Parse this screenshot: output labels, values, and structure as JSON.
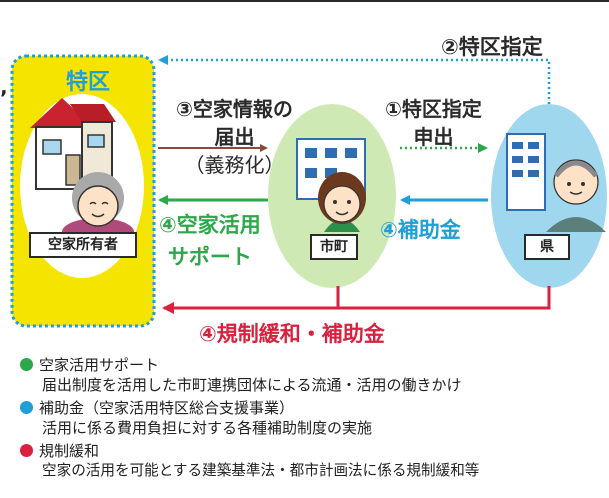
{
  "diagram": {
    "labels": {
      "designation": "②特区指定",
      "zone": "特区",
      "report_line1": "③空家情報の",
      "report_line2": "届出",
      "report_line3": "（義務化）",
      "apply_line1": "①特区指定",
      "apply_line2": "申出",
      "support_line1": "④空家活用",
      "support_line2": "サポート",
      "subsidy": "④補助金",
      "deregulation": "④規制緩和・補助金"
    },
    "nodes": {
      "owner": "空家所有者",
      "city": "市町",
      "prefecture": "県"
    },
    "colors": {
      "zone_fill": "#f5e400",
      "zone_border": "#1e9fd6",
      "city_circle": "#cfe9b4",
      "pref_circle": "#9fd8ee",
      "report_arrow": "#8a4a3a",
      "apply_arrow": "#2ba84a",
      "support_arrow": "#2ba84a",
      "subsidy_arrow": "#1e9fd6",
      "designation_arrow": "#1e9fd6",
      "dereg_arrow": "#d9213f"
    }
  },
  "legend": [
    {
      "title": "空家活用サポート",
      "description": "届出制度を活用した市町連携団体による流通・活用の働きかけ",
      "color": "#2ba84a"
    },
    {
      "title": "補助金（空家活用特区総合支援事業）",
      "description": "活用に係る費用負担に対する各種補助制度の実施",
      "color": "#1e9fd6"
    },
    {
      "title": "規制緩和",
      "description": "空家の活用を可能とする建築基準法・都市計画法に係る規制緩和等",
      "color": "#d9213f"
    }
  ],
  "icons": [
    "house-icon",
    "elderly-woman-icon",
    "city-building-icon",
    "woman-official-icon",
    "pref-building-icon",
    "man-official-icon"
  ]
}
